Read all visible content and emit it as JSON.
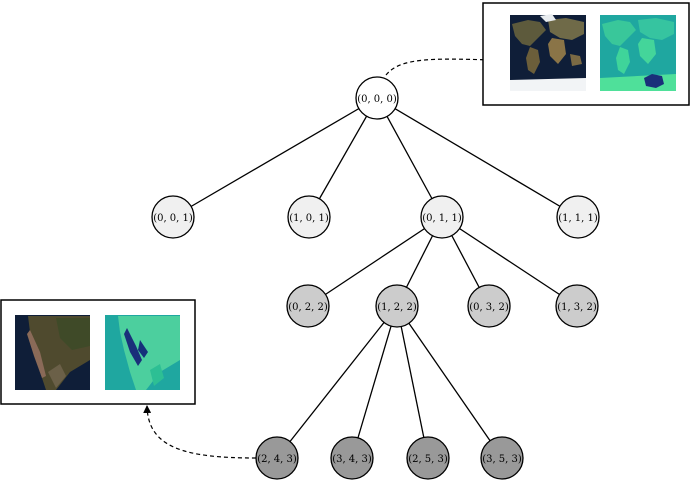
{
  "tree": {
    "root": {
      "id": "n000",
      "label": "(0, 0, 0)",
      "level": 0
    },
    "level1": [
      {
        "id": "n001",
        "label": "(0, 0, 1)",
        "level": 1
      },
      {
        "id": "n101",
        "label": "(1, 0, 1)",
        "level": 1
      },
      {
        "id": "n011",
        "label": "(0, 1, 1)",
        "level": 1
      },
      {
        "id": "n111",
        "label": "(1, 1, 1)",
        "level": 1
      }
    ],
    "level2": [
      {
        "id": "n022",
        "label": "(0, 2, 2)",
        "level": 2
      },
      {
        "id": "n122",
        "label": "(1, 2, 2)",
        "level": 2
      },
      {
        "id": "n032",
        "label": "(0, 3, 2)",
        "level": 2
      },
      {
        "id": "n132",
        "label": "(1, 3, 2)",
        "level": 2
      }
    ],
    "level3": [
      {
        "id": "n243",
        "label": "(2, 4, 3)",
        "level": 3
      },
      {
        "id": "n343",
        "label": "(3, 4, 3)",
        "level": 3
      },
      {
        "id": "n253",
        "label": "(2, 5, 3)",
        "level": 3
      },
      {
        "id": "n353",
        "label": "(3, 5, 3)",
        "level": 3
      }
    ],
    "edges": [
      [
        "n000",
        "n001"
      ],
      [
        "n000",
        "n101"
      ],
      [
        "n000",
        "n011"
      ],
      [
        "n000",
        "n111"
      ],
      [
        "n011",
        "n022"
      ],
      [
        "n011",
        "n122"
      ],
      [
        "n011",
        "n032"
      ],
      [
        "n011",
        "n132"
      ],
      [
        "n122",
        "n243"
      ],
      [
        "n122",
        "n343"
      ],
      [
        "n122",
        "n253"
      ],
      [
        "n122",
        "n353"
      ]
    ]
  },
  "level_fills": [
    "#ffffff",
    "#f0f0f0",
    "#cccccc",
    "#999999"
  ],
  "tiles": {
    "top_right": {
      "attached_to": "n000",
      "content": [
        "world-satellite-map",
        "world-land-cover-map"
      ]
    },
    "bottom_left": {
      "attached_to": "n243",
      "content": [
        "south-america-satellite-map",
        "south-america-land-cover-map"
      ]
    }
  },
  "colors": {
    "edge": "#000000",
    "ocean_dark": "#0f1e38",
    "land_satellite": "#5d5a3c",
    "ocean_landcover": "#1fa7a0",
    "land_landcover": "#4fe09a",
    "water_landcover": "#1a2f7a"
  }
}
